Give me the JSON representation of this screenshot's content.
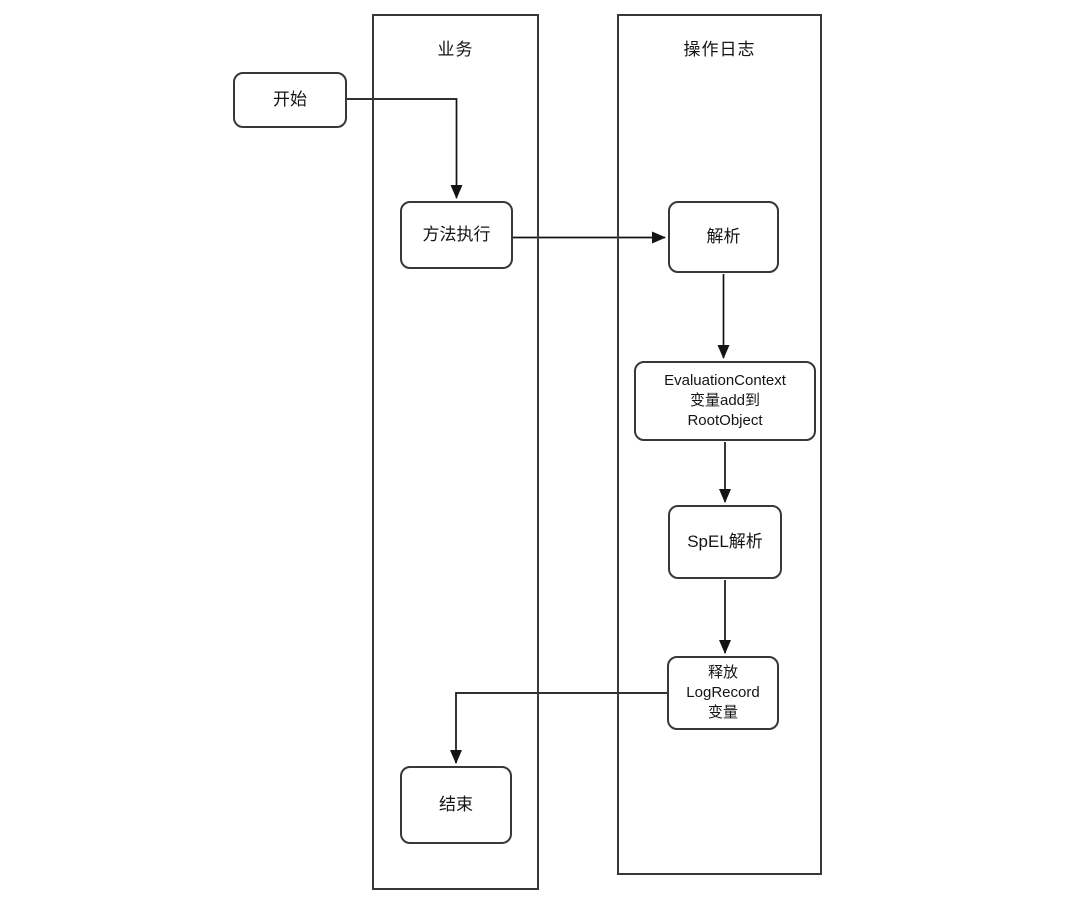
{
  "diagram": {
    "lanes": {
      "business": {
        "title": "业务"
      },
      "oplog": {
        "title": "操作日志"
      }
    },
    "nodes": {
      "start": {
        "label": "开始"
      },
      "method_exec": {
        "label": "方法执行"
      },
      "parse": {
        "label": "解析"
      },
      "eval_context": {
        "label": "EvaluationContext\n变量add到\nRootObject"
      },
      "spel_parse": {
        "label": "SpEL解析"
      },
      "release_logrecord": {
        "label": "释放\nLogRecord\n变量"
      },
      "end": {
        "label": "结束"
      }
    },
    "colors": {
      "stroke": "#383838",
      "arrow": "#141414",
      "background": "#ffffff",
      "text": "#141414"
    }
  }
}
